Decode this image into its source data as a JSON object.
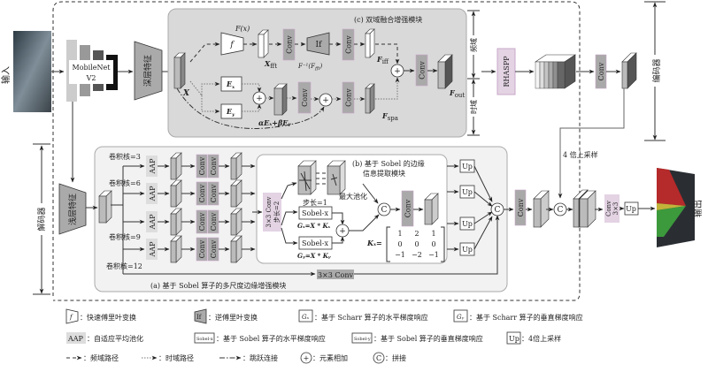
{
  "labels": {
    "input": "输入",
    "output": "输出",
    "encoder": "编码器",
    "decoder": "解码器",
    "mobilenet_line1": "MobileNet",
    "mobilenet_line2": "V2",
    "deep_feature": "深层特征",
    "shallow_feature": "浅层特征",
    "conv": "Conv",
    "conv3x3_line2": "3×3",
    "rhaspp": "RHASPP",
    "up": "Up",
    "aap": "AAP",
    "upsample4": "4 倍上采样",
    "freq_domain": "频域",
    "time_domain": "时域",
    "conv3x3": "3×3 Conv"
  },
  "module_c": {
    "title": "(c) 双域融合增强模块",
    "x_label": "X",
    "fx_label": "F(x)",
    "f_label": "f",
    "if_label": "If",
    "xfft": {
      "main": "X",
      "sub": "fft"
    },
    "inv_label": {
      "main": "F⁻¹(F",
      "sub": "fft",
      "tail": ")"
    },
    "fiff": {
      "main": "F",
      "sub": "iff"
    },
    "fout": {
      "main": "F",
      "sub": "out"
    },
    "fspa": {
      "main": "F",
      "sub": "spa"
    },
    "ex": {
      "main": "E",
      "sub": "x"
    },
    "ey": {
      "main": "E",
      "sub": "y"
    },
    "weighted_sum": "αEₓ+βEᵧ"
  },
  "module_a": {
    "title": "(a) 基于 Sobel 算子的多尺度边缘增强模块",
    "kernels": [
      "卷积核=3",
      "卷积核=6",
      "卷积核=9",
      "卷积核=12"
    ]
  },
  "module_b": {
    "title_line1": "(b) 基于 Sobel 的边缘",
    "title_line2": "信息提取模块",
    "conv_stride_line1": "3×3 Conv",
    "conv_stride_line2": "步长=2",
    "stride1": "步长=1",
    "maxpool": "最大池化",
    "sobel_x": "Sobel-x",
    "sobel_x2": "Sobel-x",
    "gx_eq": "Gₓ=X * Kₓ",
    "gy_eq": "Gᵧ=X * Kᵧ",
    "kx_label": "Kₓ=",
    "kx_matrix": [
      [
        "1",
        "2",
        "1"
      ],
      [
        "0",
        "0",
        "0"
      ],
      [
        "−1",
        "−2",
        "−1"
      ]
    ]
  },
  "legend": {
    "fft": "：快速傅里叶变换",
    "ifft": "：逆傅里叶变换",
    "gx_symbol": "Gₓ",
    "gx": "：基于 Scharr 算子的水平梯度响应",
    "gy_symbol": "Gᵧ",
    "gy": "：基于 Scharr 算子的垂直梯度响应",
    "aap": "：自适应平均池化",
    "sobel_x_symbol": "Sobel-x",
    "sobel_x": "：基于 Sobel 算子的水平梯度响应",
    "sobel_y_symbol": "Sobel-y",
    "sobel_y": "：基于 Sobel 算子的垂直梯度响应",
    "up": "：4倍上采样",
    "freq_path": "：频域路径",
    "time_path": "：时域路径",
    "skip": "：跳跃连接",
    "add_symbol": "+",
    "add": "：元素相加",
    "concat_symbol": "C",
    "concat": "：拼接"
  }
}
